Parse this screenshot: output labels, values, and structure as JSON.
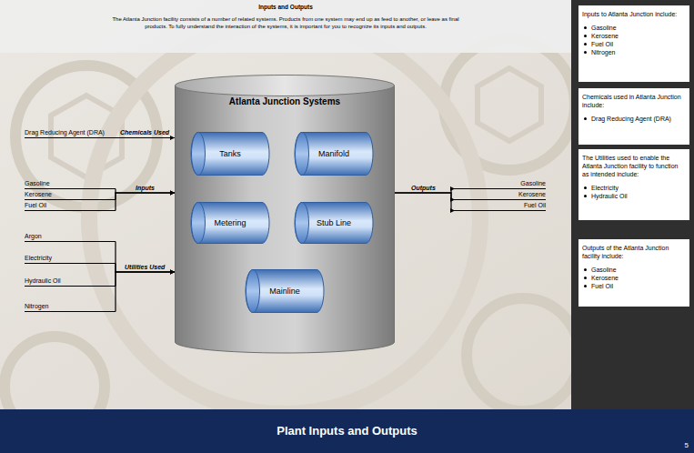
{
  "diagram": {
    "title": "Plant Inputs and Outputs",
    "nodes": [
      {
        "text": [
          "Inputs and Outputs",
          "The Atlanta Junction facility consists of a number of related systems. Products from one system may end up as feed to another, or leave as final products. To fully understand the interaction of the systems, it is important for you to recognize its inputs and outputs."
        ]
      },
      {
        "text": [
          "Atlanta Junction Systems"
        ]
      },
      {
        "text": [
          "Tanks"
        ],
        "in": 1
      },
      {
        "text": [
          "Manifold"
        ],
        "in": 1
      },
      {
        "text": [
          "Metering"
        ],
        "in": 1
      },
      {
        "text": [
          "Stub Line"
        ],
        "in": 1
      },
      {
        "text": [
          "Mainline"
        ],
        "in": 1
      },
      {
        "text": [
          "Drag Reducing Agent (DRA)"
        ]
      },
      {
        "text": [
          "Gasoline"
        ]
      },
      {
        "text": [
          "Kerosene"
        ]
      },
      {
        "text": [
          "Fuel Oil"
        ]
      },
      {
        "text": [
          "Argon"
        ]
      },
      {
        "text": [
          "Electricity"
        ]
      },
      {
        "text": [
          "Hydraulic Oil"
        ]
      },
      {
        "text": [
          "Nitrogen"
        ]
      },
      {
        "text": [
          "Gasoline"
        ]
      },
      {
        "text": [
          "Kerosene"
        ]
      },
      {
        "text": [
          "Fuel Oil"
        ]
      },
      {
        "text": [
          "Inputs to Atlanta Junction include:",
          "Gasoline",
          "Kerosene",
          "Fuel Oil",
          "Nitrogen"
        ]
      },
      {
        "text": [
          "Chemicals used in Atlanta Junction include:",
          "Drag Reducing Agent (DRA)"
        ]
      },
      {
        "text": [
          "The Utilities used to enable the Atlanta Junction facility to function as intended include:",
          "Electricity",
          "Hydraulic Oil"
        ]
      },
      {
        "text": [
          "Outputs of the Atlanta Junction facility include:",
          "Gasoline",
          "Kerosene",
          "Fuel Oil"
        ]
      }
    ],
    "edges": [
      {
        "from": 7,
        "to": 1,
        "label": "Chemicals Used",
        "arrow": "to"
      },
      {
        "from": 8,
        "to": 1,
        "arrow": "to"
      },
      {
        "from": 9,
        "to": 1,
        "label": "Inputs",
        "arrow": "to"
      },
      {
        "from": 10,
        "to": 1,
        "arrow": "to"
      },
      {
        "from": 11,
        "to": 1,
        "arrow": "to"
      },
      {
        "from": 12,
        "to": 1,
        "arrow": "to"
      },
      {
        "from": 13,
        "to": 1,
        "label": "Utilities Used",
        "arrow": "to"
      },
      {
        "from": 14,
        "to": 1,
        "arrow": "to"
      },
      {
        "from": 1,
        "to": 15,
        "label": "Outputs",
        "arrow": "to"
      },
      {
        "from": 1,
        "to": 16,
        "arrow": "to"
      },
      {
        "from": 1,
        "to": 17,
        "arrow": "to"
      }
    ],
    "labels": [
      "5"
    ]
  }
}
